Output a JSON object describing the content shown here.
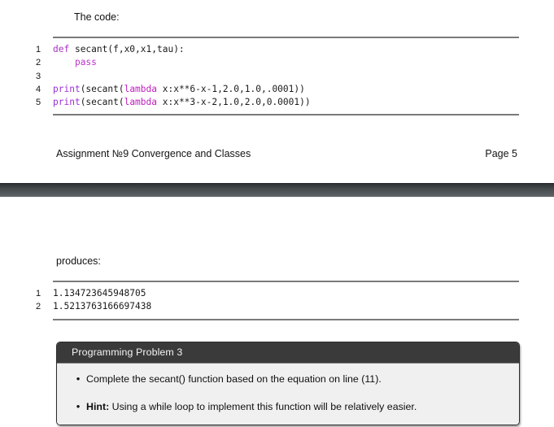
{
  "document": {
    "type": "assignment-handout",
    "theme_colors": {
      "keyword": "#a833c4",
      "function": "#9b30d9",
      "lambda": "#c020c0",
      "rule": "#7a7a7a",
      "problem_header_bg": "#3a3a3a",
      "problem_body_bg": "#f0f0f0",
      "page_gap": "#2e3236"
    }
  },
  "page_top": {
    "lead_in": "The code:",
    "listing": {
      "lines": [
        {
          "num": "1",
          "parts": [
            {
              "text": "def",
              "style": "kw-def"
            },
            {
              "text": " secant(f,x0,x1,tau):",
              "style": ""
            }
          ]
        },
        {
          "num": "2",
          "parts": [
            {
              "text": "    ",
              "style": ""
            },
            {
              "text": "pass",
              "style": "kw-pass"
            }
          ]
        },
        {
          "num": "3",
          "parts": [
            {
              "text": "",
              "style": ""
            }
          ]
        },
        {
          "num": "4",
          "parts": [
            {
              "text": "print",
              "style": "fn-print"
            },
            {
              "text": "(secant(",
              "style": ""
            },
            {
              "text": "lambda",
              "style": "kw-lambda"
            },
            {
              "text": " x:x**6-x-1,2.0,1.0,.0001))",
              "style": ""
            }
          ]
        },
        {
          "num": "5",
          "parts": [
            {
              "text": "print",
              "style": "fn-print"
            },
            {
              "text": "(secant(",
              "style": ""
            },
            {
              "text": "lambda",
              "style": "kw-lambda"
            },
            {
              "text": " x:x**3-x-2,1.0,2.0,0.0001))",
              "style": ""
            }
          ]
        }
      ]
    },
    "footer": {
      "title": "Assignment №9 Convergence and Classes",
      "page_label": "Page 5"
    }
  },
  "page_bottom": {
    "lead_in": "produces:",
    "listing": {
      "lines": [
        {
          "num": "1",
          "parts": [
            {
              "text": "1.134723645948705",
              "style": ""
            }
          ]
        },
        {
          "num": "2",
          "parts": [
            {
              "text": "1.5213763166697438",
              "style": ""
            }
          ]
        }
      ]
    },
    "problem": {
      "header": "Programming Problem 3",
      "bullet_glyph": "•",
      "items": [
        {
          "bold": "",
          "text": "Complete the secant() function based on the equation on line (11)."
        },
        {
          "bold": "Hint:",
          "text": " Using a while loop to implement this function will be relatively easier."
        }
      ]
    }
  }
}
